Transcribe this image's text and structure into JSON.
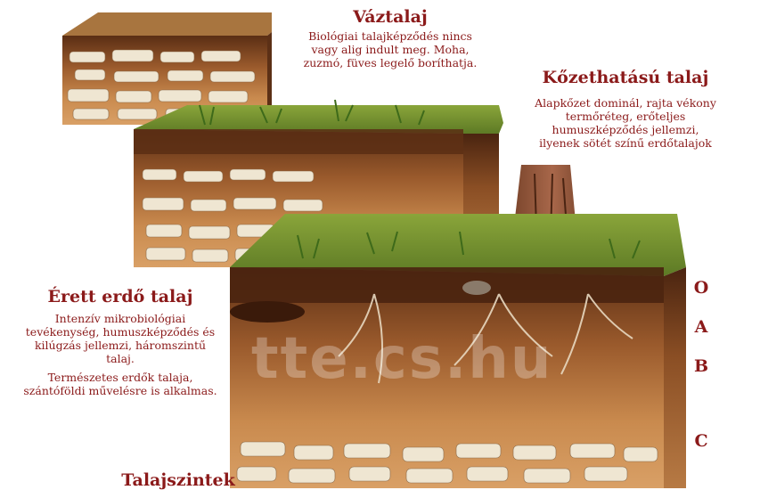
{
  "vaztalaj": {
    "title": "Váztalaj",
    "desc": [
      "Biológiai talajképződés nincs",
      "vagy alig indult meg. Moha,",
      "zuzmó, füves legelő boríthatja."
    ]
  },
  "kozethatasu": {
    "title": "Kőzethatású talaj",
    "desc": [
      "Alapkőzet dominál, rajta vékony",
      "termőréteg, erőteljes",
      "humuszképződés jellemzi,",
      "ilyenek sötét színű erdőtalajok"
    ]
  },
  "erett": {
    "title": "Érett erdő talaj",
    "desc": [
      "Intenzív mikrobiológiai",
      "tevékenység, humuszképződés és",
      "kilúgzás jellemzi, háromszintű",
      "talaj."
    ],
    "desc2": [
      "Természetes erdők talaja,",
      "szántóföldi művelésre is alkalmas."
    ]
  },
  "levels_title": "Talajszintek",
  "horizons": [
    "O",
    "A",
    "B",
    "C"
  ],
  "watermark": "tte.cs.hu",
  "colors": {
    "label": "#8b1a1a",
    "soil_dark": "#6b3a1c",
    "soil_light": "#c98a4e",
    "grass": "#6f8f2e"
  }
}
